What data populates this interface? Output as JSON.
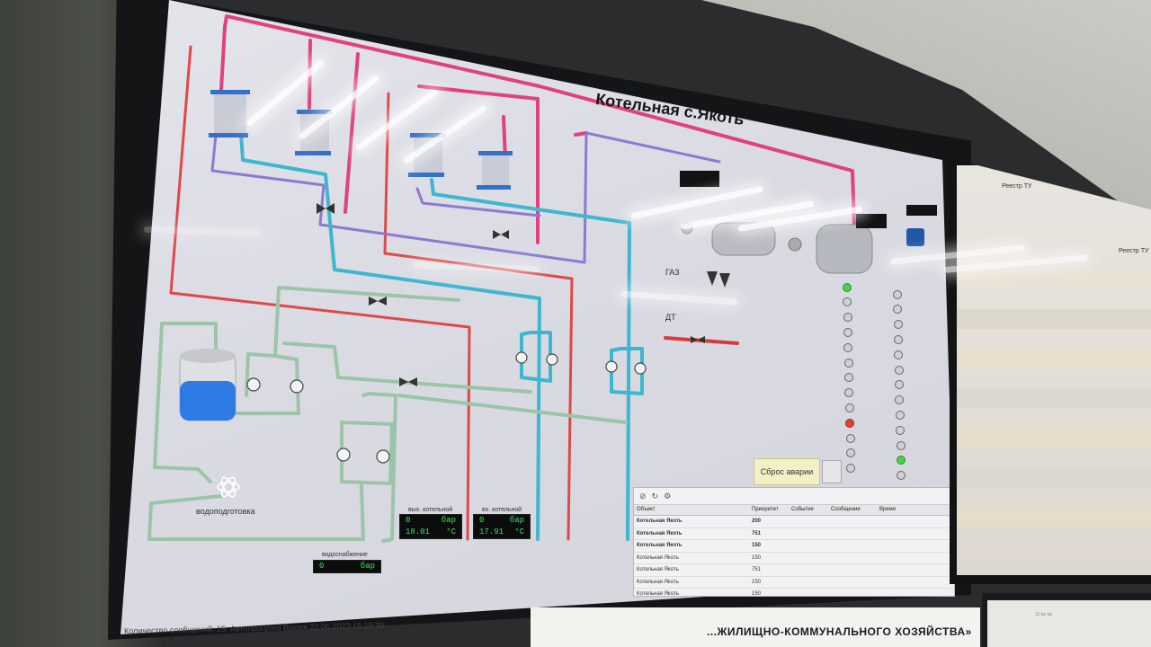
{
  "scada": {
    "title": "Котельная с.Якоть",
    "labels": {
      "water_treatment": "водоподготовка",
      "gas": "ГАЗ",
      "diesel": "ДТ"
    },
    "readouts": [
      {
        "caption": "вых. котельной",
        "top_value": "0",
        "top_unit": "бар",
        "bottom_value": "18.01",
        "bottom_unit": "°C"
      },
      {
        "caption": "вх. котельной",
        "top_value": "0",
        "top_unit": "бар",
        "bottom_value": "17.91",
        "bottom_unit": "°C"
      },
      {
        "caption": "водоснабжение",
        "top_value": "0",
        "top_unit": "бар"
      }
    ],
    "reset_button": "Сброс аварии",
    "alarm_lamps": [
      {
        "state": "green"
      },
      {
        "state": "off"
      },
      {
        "state": "off"
      },
      {
        "state": "off"
      },
      {
        "state": "off"
      },
      {
        "state": "off"
      },
      {
        "state": "off"
      },
      {
        "state": "off"
      },
      {
        "state": "off"
      },
      {
        "state": "red"
      },
      {
        "state": "off"
      },
      {
        "state": "off"
      },
      {
        "state": "off"
      }
    ],
    "alarm_lamps_right": [
      {
        "state": "off"
      },
      {
        "state": "off"
      },
      {
        "state": "off"
      },
      {
        "state": "off"
      },
      {
        "state": "off"
      },
      {
        "state": "off"
      },
      {
        "state": "off"
      },
      {
        "state": "off"
      },
      {
        "state": "off"
      },
      {
        "state": "off"
      },
      {
        "state": "off"
      },
      {
        "state": "green"
      },
      {
        "state": "off"
      }
    ]
  },
  "events": {
    "columns": [
      "Объект",
      "",
      "Приоритет",
      "Событие",
      "Сообщение",
      "Время"
    ],
    "rows": [
      {
        "object": "Котельная Якоть",
        "priority": "200",
        "bold": true
      },
      {
        "object": "Котельная Якоть",
        "priority": "751",
        "bold": true
      },
      {
        "object": "Котельная Якоть",
        "priority": "150",
        "bold": true
      },
      {
        "object": "Котельная Якоть",
        "priority": "150",
        "bold": false
      },
      {
        "object": "Котельная Якоть",
        "priority": "751",
        "bold": false
      },
      {
        "object": "Котельная Якоть",
        "priority": "150",
        "bold": false
      },
      {
        "object": "Котельная Якоть",
        "priority": "150",
        "bold": false
      }
    ]
  },
  "second_monitor": {
    "tab": "Реестр ТУ",
    "heading": "Реестр ТУ"
  },
  "bottom_banner": "...ЖИЛИЩНО-КОММУНАЛЬНОГО ХОЗЯЙСТВА»",
  "ticker": "Количество сообщений: 15. Автопрогулка Время 22.06.2023 16:19:39"
}
